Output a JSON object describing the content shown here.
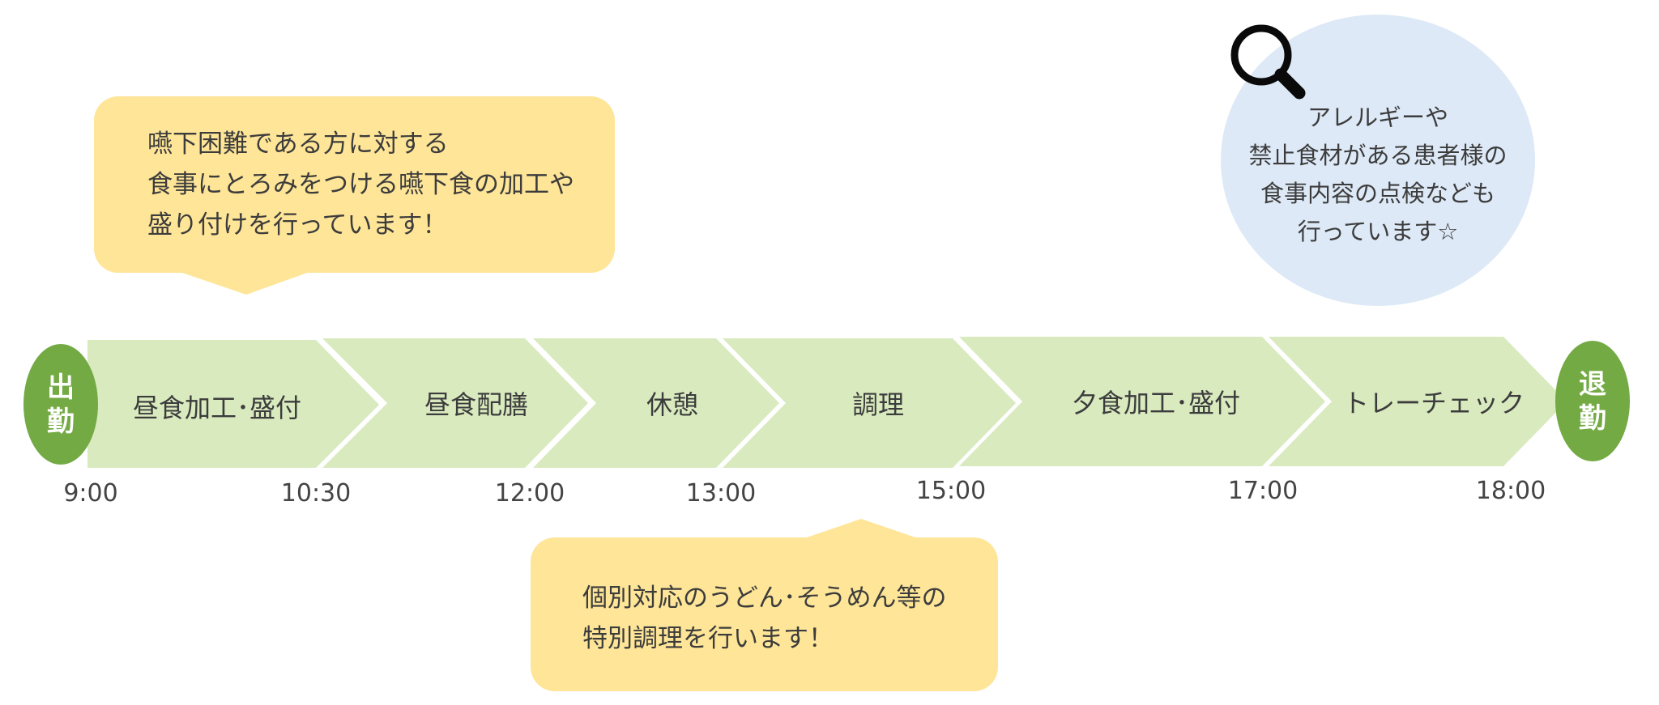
{
  "callouts": {
    "top_left": {
      "lines": [
        "嚥下困難である方に対する",
        "食事にとろみをつける嚥下食の加工や",
        "盛り付けを行っています！"
      ]
    },
    "bottom_center": {
      "lines": [
        "個別対応のうどん･そうめん等の",
        "特別調理を行います！"
      ]
    },
    "top_right": {
      "lines": [
        "アレルギーや",
        "禁止食材がある患者様の",
        "食事内容の点検なども",
        "行っています☆"
      ]
    }
  },
  "timeline": {
    "start": {
      "chars": [
        "出",
        "勤"
      ]
    },
    "end": {
      "chars": [
        "退",
        "勤"
      ]
    },
    "stages": [
      "昼食加工･盛付",
      "昼食配膳",
      "休憩",
      "調理",
      "夕食加工･盛付",
      "トレーチェック"
    ],
    "times": [
      "9:00",
      "10:30",
      "12:00",
      "13:00",
      "15:00",
      "17:00",
      "18:00"
    ]
  },
  "icons": {
    "magnifier": "magnifier-icon"
  },
  "colors": {
    "callout_yellow": "#fee597",
    "circle_blue": "#dde9f6",
    "stage_green": "#d9eabf",
    "endpoint_green": "#73aa44"
  }
}
